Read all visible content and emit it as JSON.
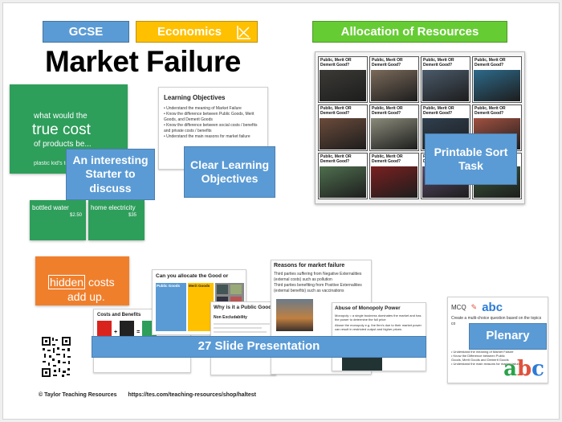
{
  "tags": {
    "gcse": "GCSE",
    "economics": "Economics",
    "allocation": "Allocation of Resources"
  },
  "title": "Market Failure",
  "starter_thumb": {
    "line1": "what would the",
    "line2": "true cost",
    "line3": "of products be...",
    "sub_a": "plastic kid's toy",
    "sub_b": "bottled water",
    "sub_c": "home electricity",
    "price_a": "$2.50",
    "price_b": "$35"
  },
  "starter_label": "An interesting Starter to discuss",
  "objectives_thumb": {
    "heading": "Learning Objectives",
    "items": [
      "• Understand the meaning of Market Failure",
      "• Know the difference between Public Goods, Merit Goods, and Demerit Goods",
      "• Know the difference between social costs / benefits and private costs / benefits",
      "• Understand the main reasons for market failure"
    ]
  },
  "objectives_label": "Clear Learning Objectives",
  "sort_card_title": "Public, Merit OR Demerit Good?",
  "sort_label": "Printable Sort Task",
  "hidden_costs": {
    "word1": "hidden",
    "word2": "costs",
    "line2": "add up."
  },
  "slide_thumbs": {
    "allocate": "Can you allocate the Good or",
    "public_goods": "Public Goods",
    "merit_goods": "Merit Goods",
    "costs_benefits": "Costs and Benefits",
    "why_public": "Why is it a Public Good",
    "non_excl": "Non Excludability",
    "reasons": "Reasons for market failure",
    "reason_items": [
      "Third parties suffering from Negative Externalities (external costs) such as pollution",
      "Third parties benefiting from Positive Externalities (external benefits) such as vaccinations"
    ],
    "monopoly": "Abuse of Monopoly Power",
    "monopoly_items": [
      "Monopoly = a single business dominates the market and has the power to determine the full price",
      "Abuse the monopoly e.g. the firm's due to their market power can result in restricted output and higher prices"
    ]
  },
  "presentation_label": "27 Slide Presentation",
  "plenary_thumb": {
    "mcq": "MCQ",
    "abc": "abc",
    "text": "Create a multi-choice question based on the topics co",
    "items": [
      "• Understand the meaning of Market Failure",
      "• Know the Difference between Public Goods, Merit Goods and Demerit Goods",
      "• Understand the main reasons for market failure"
    ]
  },
  "plenary_label": "Plenary",
  "footer": {
    "copyright": "© Taylor Teaching Resources",
    "url": "https://tes.com/teaching-resources/shop/haltest"
  },
  "colors": {
    "gcse": "#5b9bd5",
    "economics": "#ffc000",
    "allocation": "#66cc33",
    "label_blue": "#5b9bd5",
    "green_slide": "#2e9e5b",
    "orange_slide": "#f07f2c"
  }
}
